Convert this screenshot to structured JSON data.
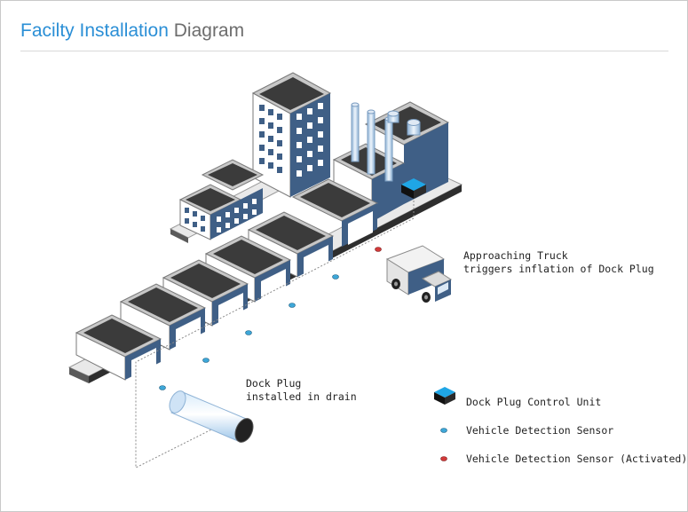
{
  "header": {
    "title_main": "Facilty Installation",
    "title_sub": "Diagram"
  },
  "callouts": {
    "truck_line1": "Approaching Truck",
    "truck_line2": "triggers inflation of Dock Plug",
    "plug_line1": "Dock Plug",
    "plug_line2": "installed in drain"
  },
  "legend": [
    {
      "label": "Dock Plug Control Unit",
      "icon": "control-unit-icon"
    },
    {
      "label": "Vehicle Detection Sensor",
      "icon": "sensor-icon",
      "color": "#3ea7d8"
    },
    {
      "label": "Vehicle Detection Sensor (Activated)",
      "icon": "sensor-activated-icon",
      "color": "#d23a3a"
    }
  ],
  "colors": {
    "accent": "#2b8fd6",
    "building_dark": "#3f5f86",
    "roof": "#3b3b3b",
    "sensor": "#3ea7d8",
    "sensor_active": "#d23a3a",
    "control_unit": "#1fa6e6"
  }
}
